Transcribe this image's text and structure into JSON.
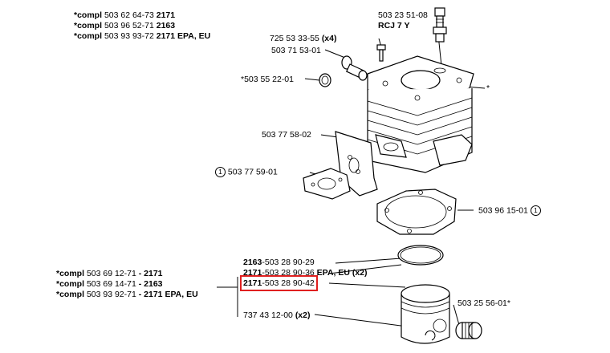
{
  "cylinder_kits": [
    {
      "prefix": "*compl",
      "number": "503 62 64-73",
      "model": "2171"
    },
    {
      "prefix": "*compl",
      "number": "503 96 52-71",
      "model": "2163"
    },
    {
      "prefix": "*compl",
      "number": "503 93 93-72",
      "model": "2171 EPA, EU"
    }
  ],
  "piston_kits": [
    {
      "prefix": "*compl",
      "number": "503 69 12-71",
      "model": "- 2171"
    },
    {
      "prefix": "*compl",
      "number": "503 69 14-71",
      "model": "- 2163"
    },
    {
      "prefix": "*compl",
      "number": "503 93 92-71",
      "model": "- 2171 EPA, EU"
    }
  ],
  "parts": {
    "spark_plug": {
      "number": "503 23 51-08",
      "type": "RCJ 7 Y"
    },
    "screw": {
      "number": "725 53 33-55",
      "qty": "(x4)"
    },
    "decomp_valve": {
      "number": "503 71 53-01"
    },
    "plug": {
      "number": "*503 55 22-01"
    },
    "cylinder_mark": {
      "number": "*"
    },
    "heat_shield": {
      "number": "503 77 58-02"
    },
    "intake_gasket": {
      "number": "503 77 59-01",
      "ref": "1"
    },
    "base_gasket": {
      "number": "503 96 15-01",
      "ref": "1"
    },
    "rings": [
      {
        "model": "2163",
        "number": "-503 28 90-29",
        "extra": ""
      },
      {
        "model": "2171",
        "number": "-503 28 90-36",
        "extra": "EPA, EU (x2)"
      }
    ],
    "highlighted_ring": {
      "model": "2171",
      "number": "-503 28 90-42"
    },
    "piston_pin_circlip": {
      "number": "737 43 12-00",
      "qty": "(x2)"
    },
    "needle_bearing": {
      "number": "503 25 56-01*"
    }
  }
}
